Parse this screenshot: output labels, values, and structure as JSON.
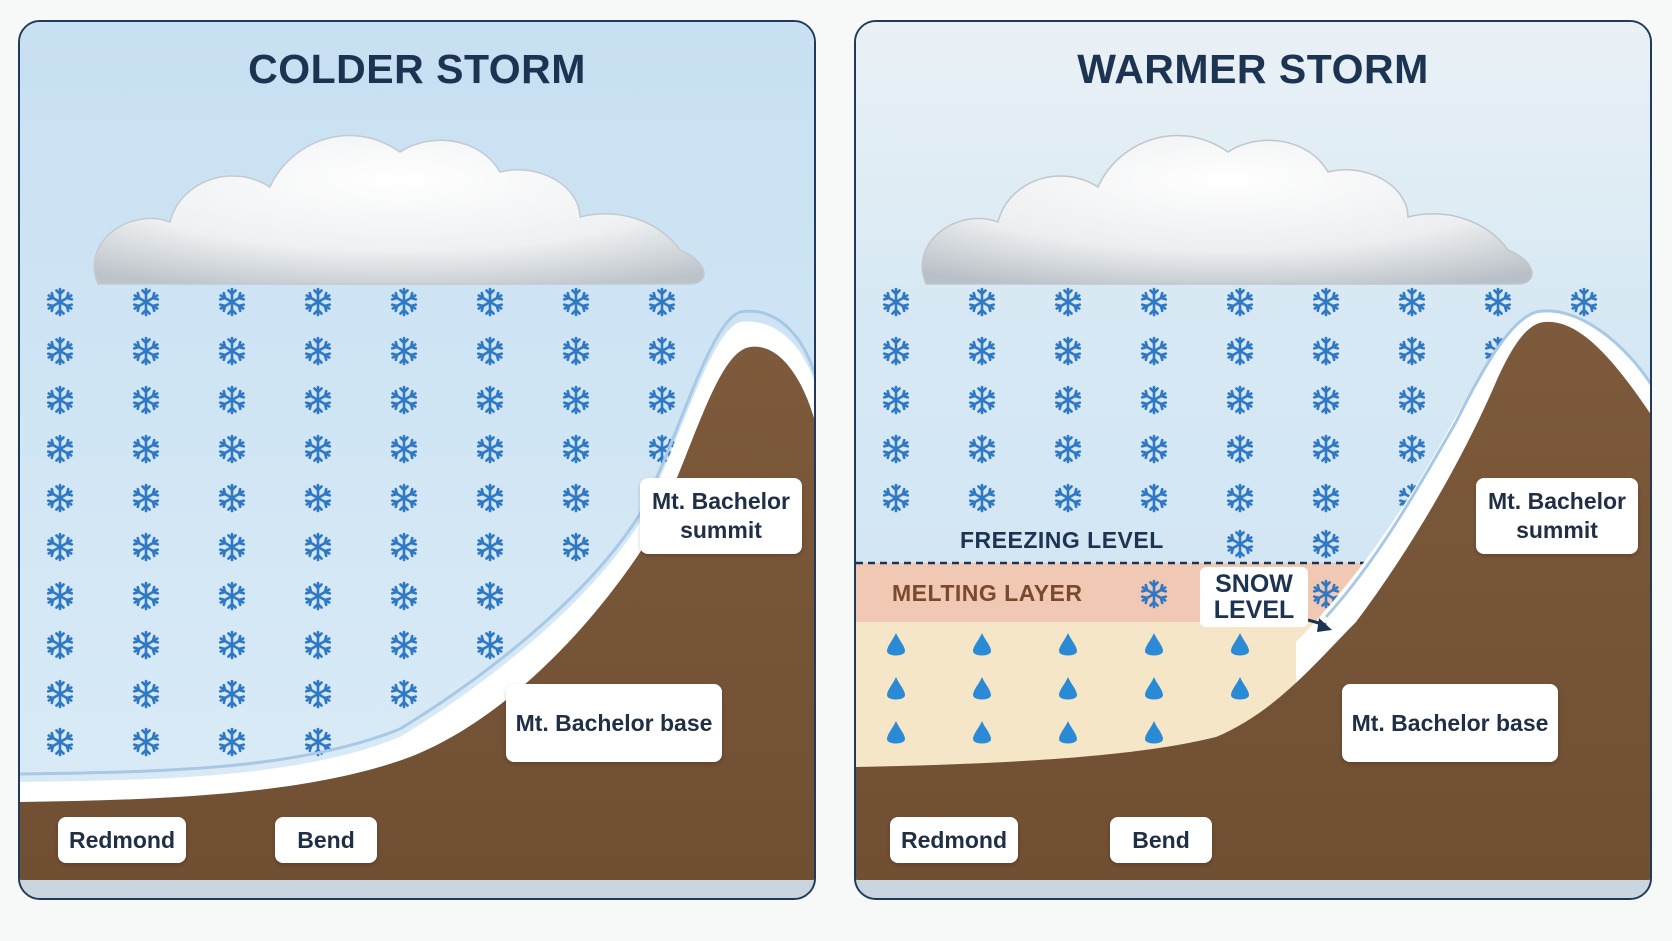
{
  "panels": {
    "cold": {
      "title": "COLDER STORM",
      "summit_label": "Mt. Bachelor summit",
      "base_label": "Mt. Bachelor base",
      "town1_label": "Redmond",
      "town2_label": "Bend"
    },
    "warm": {
      "title": "WARMER STORM",
      "summit_label": "Mt. Bachelor summit",
      "base_label": "Mt. Bachelor base",
      "town1_label": "Redmond",
      "town2_label": "Bend",
      "freezing_label": "FREEZING LEVEL",
      "melting_label": "MELTING LAYER",
      "snow_level_label": "SNOW LEVEL"
    }
  },
  "colors": {
    "sky_top": "#c9e1f2",
    "sky_bottom": "#d8eaf6",
    "ground": "#7a5638",
    "snow": "#eef6fc",
    "snowflake": "#2f78c4",
    "raindrop": "#2a8ad6",
    "melting_layer": "#f2c7ae",
    "rain_zone": "#f6e6c8",
    "title_text": "#1c3452"
  },
  "icons": {
    "precip_cold": "snowflake-icon",
    "precip_warm_upper": "snowflake-icon",
    "precip_warm_lower": "raindrop-icon",
    "cloud": "cloud-icon",
    "pointer": "arrow-icon"
  }
}
